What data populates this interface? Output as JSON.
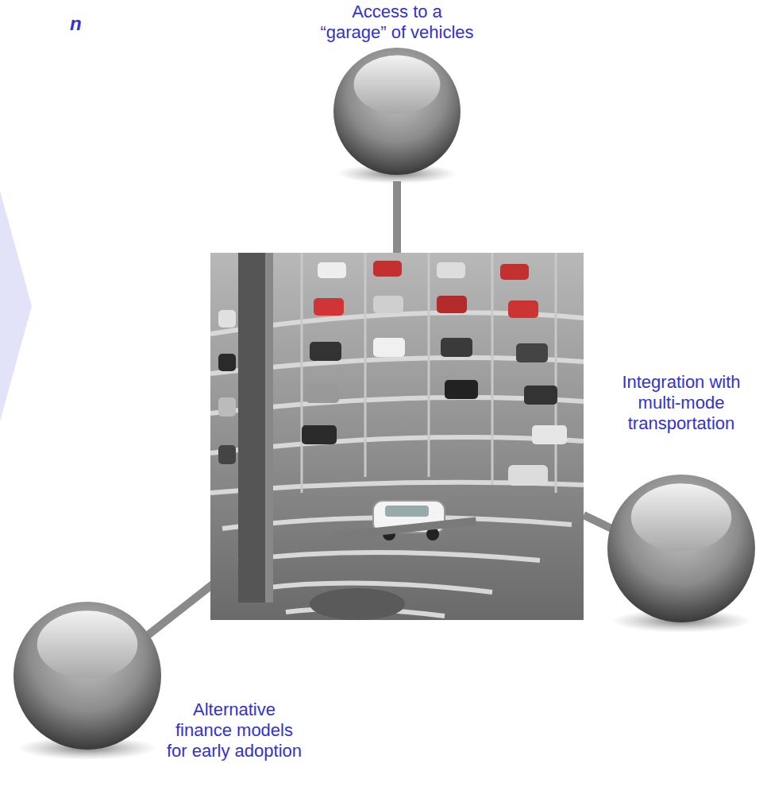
{
  "diagram": {
    "nodes": [
      {
        "text": [
          "Access to a “garage” of vehicles"
        ]
      },
      {
        "text": [
          "Integration with multi-mode transportation"
        ]
      },
      {
        "text": [
          "Alternative finance models for early adoption"
        ]
      }
    ],
    "labels": [
      "n"
    ]
  }
}
